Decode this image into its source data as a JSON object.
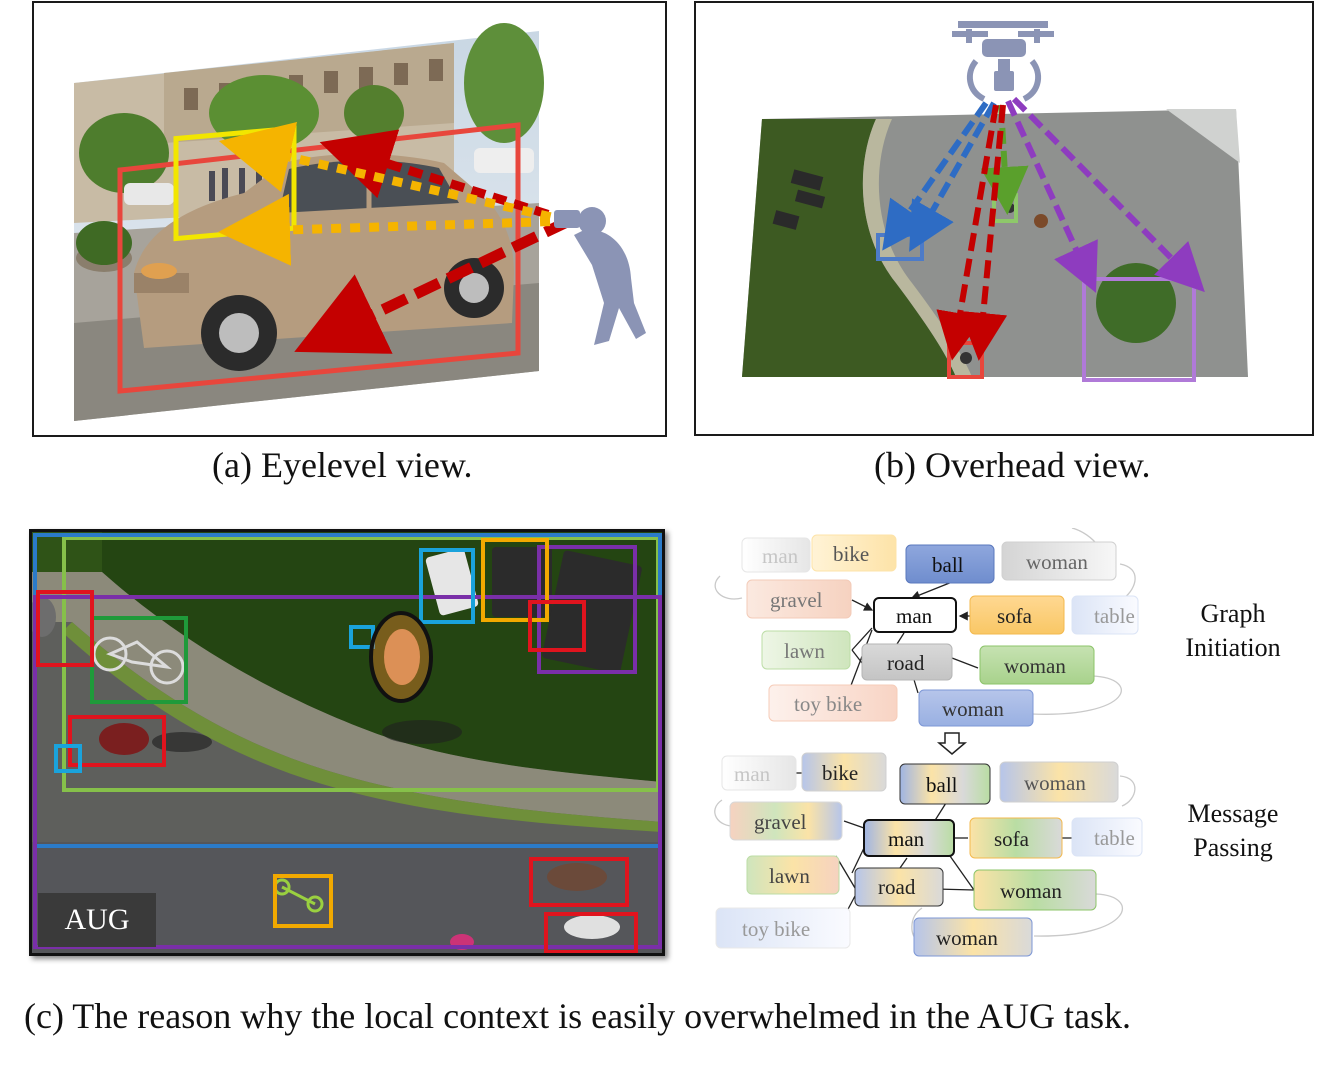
{
  "captions": {
    "a": "(a) Eyelevel view.",
    "b": "(b) Overhead view.",
    "c": "(c) The reason why the local context is easily overwhelmed in the AUG task."
  },
  "aug_badge": "AUG",
  "graph_init": {
    "title_line1": "Graph",
    "title_line2": "Initiation",
    "nodes": {
      "man_left": "man",
      "bike": "bike",
      "ball": "ball",
      "woman_top": "woman",
      "gravel": "gravel",
      "man_center": "man",
      "sofa": "sofa",
      "table": "table",
      "lawn": "lawn",
      "road": "road",
      "woman_mid": "woman",
      "toy_bike": "toy bike",
      "woman_bottom": "woman"
    }
  },
  "message_passing": {
    "title_line1": "Message",
    "title_line2": "Passing",
    "nodes": {
      "man_left": "man",
      "bike": "bike",
      "ball": "ball",
      "woman_top": "woman",
      "gravel": "gravel",
      "man_center": "man",
      "sofa": "sofa",
      "table": "table",
      "lawn": "lawn",
      "road": "road",
      "woman_mid": "woman",
      "toy_bike": "toy bike",
      "woman_bottom": "woman"
    }
  },
  "colors": {
    "red_box": "#e8463c",
    "yellow_box": "#f2e600",
    "arrow_orange": "#f5b400",
    "arrow_red": "#c40000",
    "blue_arrow": "#2e6cc4",
    "green_arrow": "#5aa02c",
    "purple_arrow": "#8e3cbf",
    "photographer": "#8b94b5"
  }
}
